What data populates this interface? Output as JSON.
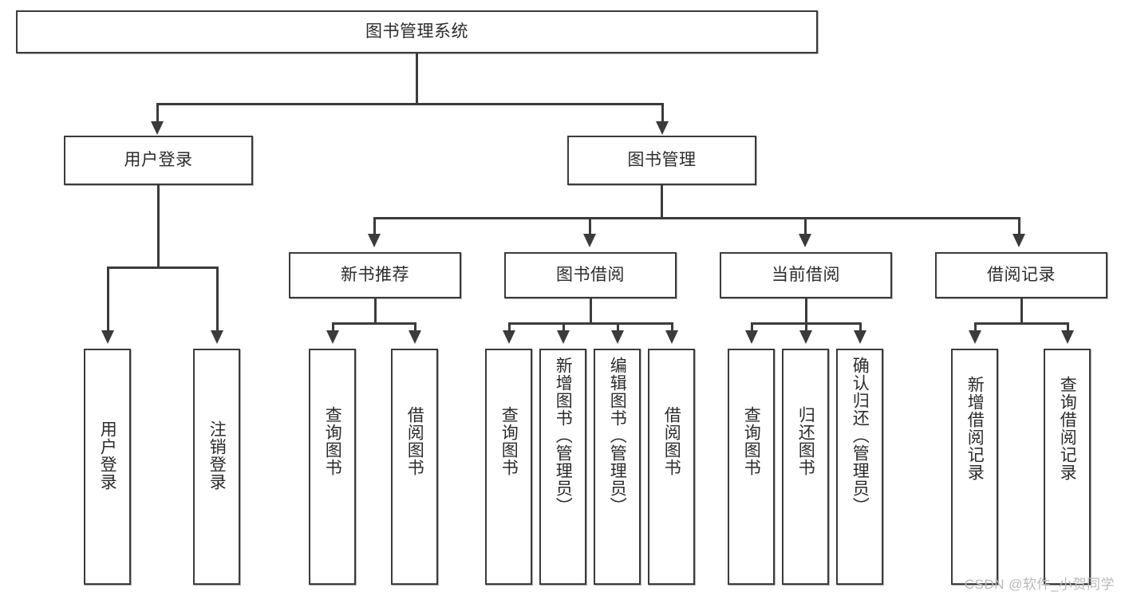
{
  "diagram": {
    "type": "tree-hierarchy-chart",
    "title": "图书管理系统",
    "watermark": "CSDN @软件_小贺同学",
    "colors": {
      "box_border": "#3b3b3b",
      "box_fill": "#ffffff",
      "connector": "#3b3b3b",
      "text": "#2b2b2b",
      "watermark": "#b9b9b9",
      "background": "#ffffff"
    },
    "root": {
      "label": "图书管理系统"
    },
    "level2": [
      {
        "label": "用户登录"
      },
      {
        "label": "图书管理"
      }
    ],
    "level3": [
      {
        "label": "新书推荐"
      },
      {
        "label": "图书借阅"
      },
      {
        "label": "当前借阅"
      },
      {
        "label": "借阅记录"
      }
    ],
    "leaves": {
      "user_login": [
        {
          "label": "用户登录"
        },
        {
          "label": "注销登录"
        }
      ],
      "new_book": [
        {
          "label": "查询图书"
        },
        {
          "label": "借阅图书"
        }
      ],
      "book_borrow": [
        {
          "label": "查询图书"
        },
        {
          "label": "新增图书（管理员）"
        },
        {
          "label": "编辑图书（管理员）"
        },
        {
          "label": "借阅图书"
        }
      ],
      "current_borrow": [
        {
          "label": "查询图书"
        },
        {
          "label": "归还图书"
        },
        {
          "label": "确认归还（管理员）"
        }
      ],
      "borrow_record": [
        {
          "label": "新增借阅记录"
        },
        {
          "label": "查询借阅记录"
        }
      ]
    }
  }
}
